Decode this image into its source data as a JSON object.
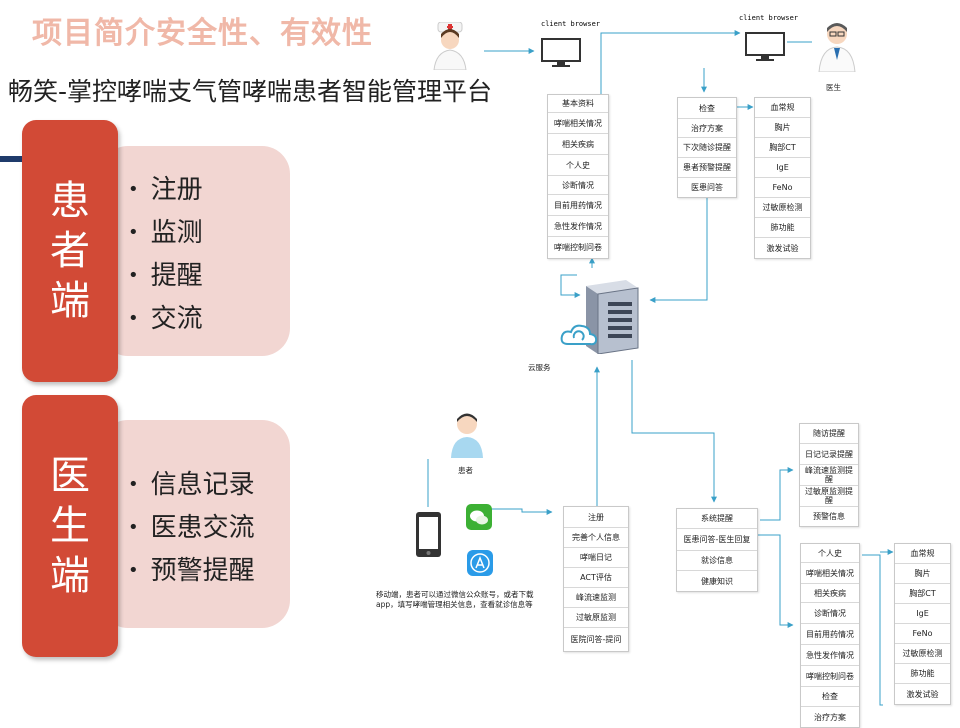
{
  "slide": {
    "title": "项目简介安全性、有效性",
    "subtitle": "畅笑-掌控哮喘支气管哮喘患者智能管理平台"
  },
  "patient_side": {
    "tag_chars": [
      "患",
      "者",
      "端"
    ],
    "bullets": [
      "注册",
      "监测",
      "提醒",
      "交流"
    ]
  },
  "doctor_side": {
    "tag_chars": [
      "医",
      "生",
      "端"
    ],
    "bullets": [
      "信息记录",
      "医患交流",
      "预警提醒"
    ]
  },
  "diagram": {
    "client_left": "client browser",
    "client_right": "client browser",
    "doctor_label": "医生",
    "cloud_label": "云服务",
    "patient_label": "患者",
    "mobile_note": "移动端，患者可以通过微信公众账号，或者下载app，填写哮喘管理相关信息，查看就诊信息等",
    "record_list": [
      "基本资料",
      "哮喘相关情况",
      "相关疾病",
      "个人史",
      "诊断情况",
      "目前用药情况",
      "急性发作情况",
      "哮喘控制问卷"
    ],
    "doctor_menu": [
      "检查",
      "治疗方案",
      "下次随诊提醒",
      "患者预警提醒",
      "医患问答"
    ],
    "exam_list": [
      "血常规",
      "胸片",
      "胸部CT",
      "IgE",
      "FeNo",
      "过敏原检测",
      "肺功能",
      "激发试验"
    ],
    "patient_menu": [
      "注册",
      "完善个人信息",
      "哮喘日记",
      "ACT评估",
      "峰流速监测",
      "过敏原监测",
      "医院问答-提问"
    ],
    "system_menu": [
      "系统提醒",
      "医患问答-医生回复",
      "就诊信息",
      "健康知识"
    ],
    "reminder_list": [
      "随访提醒",
      "日记记录提醒",
      "峰流速监测提醒",
      "过敏原监测提醒",
      "预警信息"
    ],
    "visit_list": [
      "个人史",
      "哮喘相关情况",
      "相关疾病",
      "诊断情况",
      "目前用药情况",
      "急性发作情况",
      "哮喘控制问卷",
      "检查",
      "治疗方案"
    ],
    "exam_list_2": [
      "血常规",
      "胸片",
      "胸部CT",
      "IgE",
      "FeNo",
      "过敏原检测",
      "肺功能",
      "激发试验"
    ]
  }
}
